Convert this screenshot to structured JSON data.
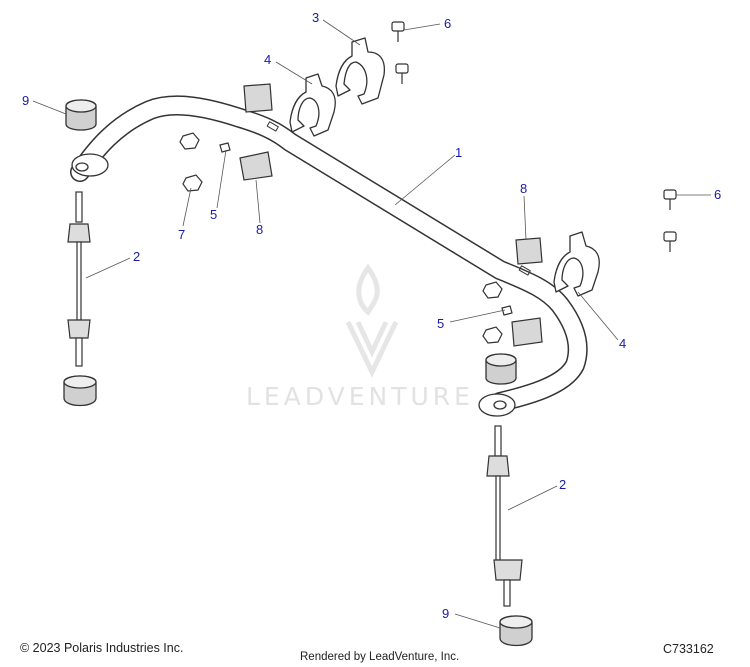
{
  "callouts": [
    {
      "id": "c1",
      "label": "1"
    },
    {
      "id": "c2a",
      "label": "2"
    },
    {
      "id": "c2b",
      "label": "2"
    },
    {
      "id": "c3",
      "label": "3"
    },
    {
      "id": "c4a",
      "label": "4"
    },
    {
      "id": "c4b",
      "label": "4"
    },
    {
      "id": "c5a",
      "label": "5"
    },
    {
      "id": "c5b",
      "label": "5"
    },
    {
      "id": "c6a",
      "label": "6"
    },
    {
      "id": "c6b",
      "label": "6"
    },
    {
      "id": "c7",
      "label": "7"
    },
    {
      "id": "c8a",
      "label": "8"
    },
    {
      "id": "c8b",
      "label": "8"
    },
    {
      "id": "c9a",
      "label": "9"
    },
    {
      "id": "c9b",
      "label": "9"
    }
  ],
  "watermark": {
    "text": "LEADVENTURE"
  },
  "footer": {
    "copyright": "© 2023 Polaris Industries Inc.",
    "rendered_by": "Rendered by LeadVenture, Inc.",
    "diagram_code": "C733162"
  },
  "colors": {
    "callout": "#1a1aa8",
    "line_art": "#333333",
    "watermark": "#e2e2e2"
  }
}
